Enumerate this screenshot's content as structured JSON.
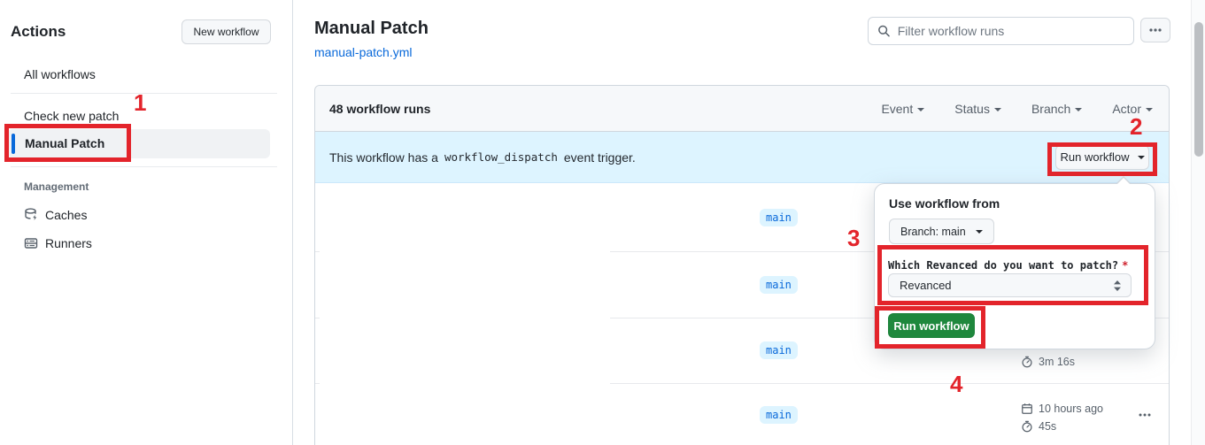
{
  "colors": {
    "annotation_red": "#e3242b",
    "accent_blue": "#0969da",
    "banner_blue_bg": "#ddf4ff",
    "success_green": "#1f883d",
    "loading_bar_orange": "#f4795c"
  },
  "sidebar": {
    "title": "Actions",
    "new_workflow_button": "New workflow",
    "items": [
      {
        "label": "All workflows"
      },
      {
        "label": "Check new patch"
      },
      {
        "label": "Manual Patch",
        "selected": true
      }
    ],
    "management": {
      "header": "Management",
      "items": [
        {
          "label": "Caches",
          "icon": "cache-icon"
        },
        {
          "label": "Runners",
          "icon": "runners-icon"
        }
      ]
    }
  },
  "header": {
    "title": "Manual Patch",
    "workflow_file": "manual-patch.yml",
    "search_placeholder": "Filter workflow runs"
  },
  "runs_table": {
    "count_label": "48 workflow runs",
    "filters": [
      {
        "label": "Event"
      },
      {
        "label": "Status"
      },
      {
        "label": "Branch"
      },
      {
        "label": "Actor"
      }
    ],
    "banner": {
      "text_before": "This workflow has a",
      "code": "workflow_dispatch",
      "text_after": "event trigger.",
      "run_workflow_button": "Run workflow"
    },
    "rows": [
      {
        "branch": "main"
      },
      {
        "branch": "main"
      },
      {
        "branch": "main",
        "duration": "3m 16s"
      },
      {
        "branch": "main",
        "age": "10 hours ago",
        "duration": "45s"
      }
    ]
  },
  "run_dialog": {
    "use_workflow_from": "Use workflow from",
    "branch_button": "Branch: main",
    "input_label": "Which Revanced do you want to patch?",
    "required_mark": "*",
    "input_value": "Revanced",
    "run_button": "Run workflow"
  },
  "annotations": {
    "n1": "1",
    "n2": "2",
    "n3": "3",
    "n4": "4"
  }
}
